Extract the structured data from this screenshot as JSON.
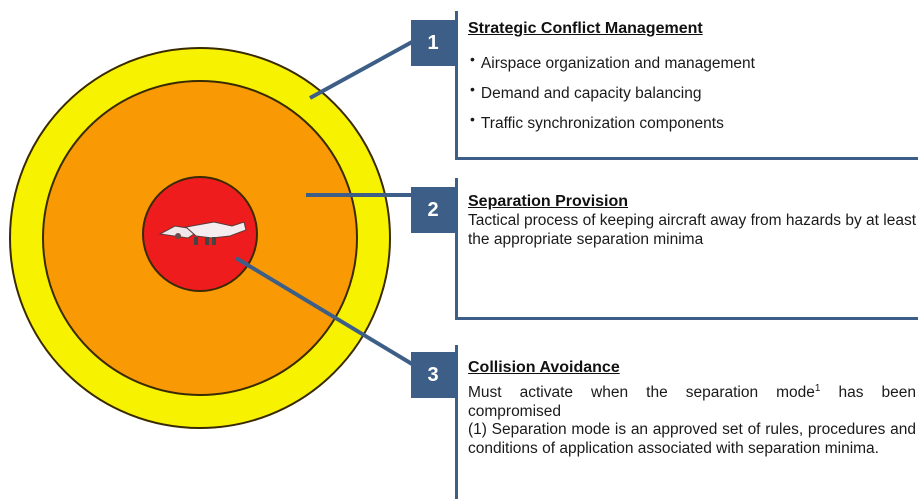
{
  "layers": [
    {
      "number": "1",
      "title": "Strategic Conflict Management",
      "bullets": [
        "Airspace organization and management",
        "Demand and capacity balancing",
        "Traffic synchronization components"
      ]
    },
    {
      "number": "2",
      "title": "Separation Provision",
      "text": "Tactical process of keeping aircraft away from hazards by at least the appropriate separation minima"
    },
    {
      "number": "3",
      "title": "Collision Avoidance",
      "text_main": "Must activate when the separation mode",
      "footnote_mark": "1",
      "text_main_end": " has been compromised",
      "footnote": "(1) Separation mode is an approved set of rules, procedures and conditions of application associated with separation minima."
    }
  ],
  "colors": {
    "outer_ring": "#f7f200",
    "middle_ring": "#f99a05",
    "inner_core": "#ee1c1c",
    "connector": "#3d5f87",
    "number_box": "#3d5f87"
  },
  "icons": {
    "center": "aircraft-pair-icon"
  }
}
